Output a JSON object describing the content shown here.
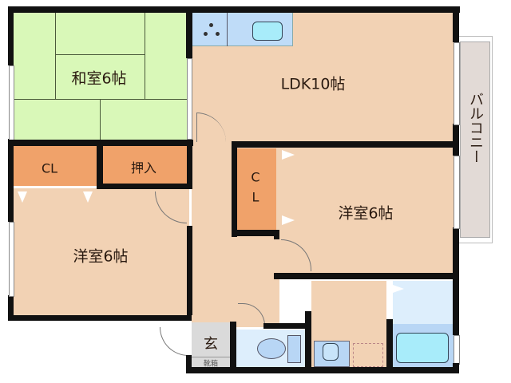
{
  "floorplan": {
    "colors": {
      "wall": "#111111",
      "washitsu": "#d9f8b8",
      "wood_floor": "#f2d2b4",
      "closet": "#f0a26a",
      "wet_area": "#ddeefc",
      "fixture": "#b8d6f5",
      "kitchen": "#bfdcf8",
      "balcony": "#e2dad6",
      "genkan": "#dadada"
    },
    "rooms": {
      "washitsu": {
        "label": "和室6帖"
      },
      "ldk": {
        "label": "LDK10帖"
      },
      "closet_left": {
        "label": "CL"
      },
      "oshiire": {
        "label": "押入"
      },
      "closet_center": {
        "label_line1": "C",
        "label_line2": "L"
      },
      "youshitsu_right": {
        "label": "洋室6帖"
      },
      "youshitsu_left": {
        "label": "洋室6帖"
      },
      "genkan": {
        "label": "玄"
      },
      "shoe_box": {
        "label": "靴箱"
      },
      "balcony": {
        "label": "バルコニー"
      }
    }
  }
}
